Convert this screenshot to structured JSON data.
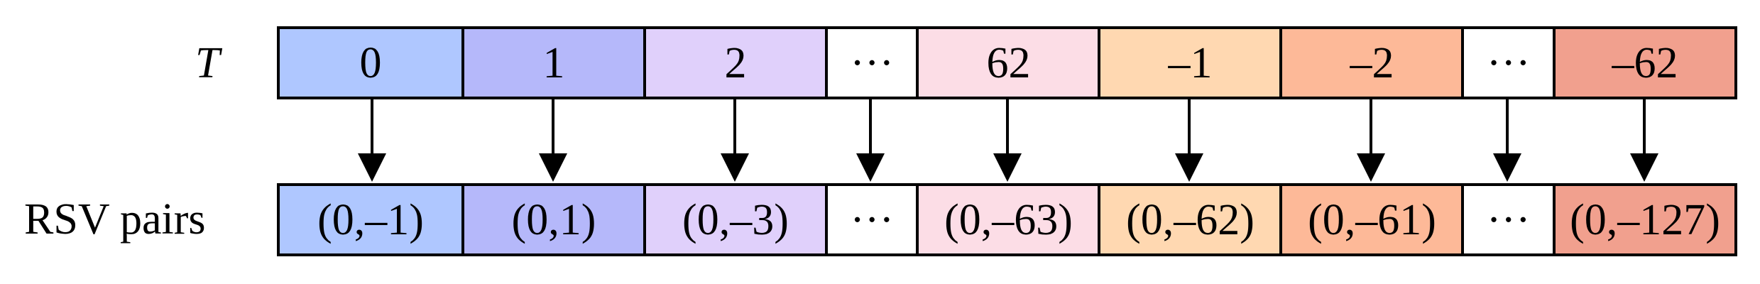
{
  "labels": {
    "top": "T",
    "bottom": "RSV pairs"
  },
  "top_row": [
    {
      "text": "0",
      "color": "#AFC7FF"
    },
    {
      "text": "1",
      "color": "#B5B8FA"
    },
    {
      "text": "2",
      "color": "#E0D0FB"
    },
    {
      "text": "···",
      "color": "#FFFFFF"
    },
    {
      "text": "62",
      "color": "#FCDDE6"
    },
    {
      "text": "–1",
      "color": "#FFD8B1"
    },
    {
      "text": "–2",
      "color": "#FDB998"
    },
    {
      "text": "···",
      "color": "#FFFFFF"
    },
    {
      "text": "–62",
      "color": "#F1A08E"
    }
  ],
  "bottom_row": [
    {
      "text": "(0,–1)",
      "color": "#AFC7FF"
    },
    {
      "text": "(0,1)",
      "color": "#B5B8FA"
    },
    {
      "text": "(0,–3)",
      "color": "#E0D0FB"
    },
    {
      "text": "···",
      "color": "#FFFFFF"
    },
    {
      "text": "(0,–63)",
      "color": "#FCDDE6"
    },
    {
      "text": "(0,–62)",
      "color": "#FFD8B1"
    },
    {
      "text": "(0,–61)",
      "color": "#FDB998"
    },
    {
      "text": "···",
      "color": "#FFFFFF"
    },
    {
      "text": "(0,–127)",
      "color": "#F1A08E"
    }
  ]
}
